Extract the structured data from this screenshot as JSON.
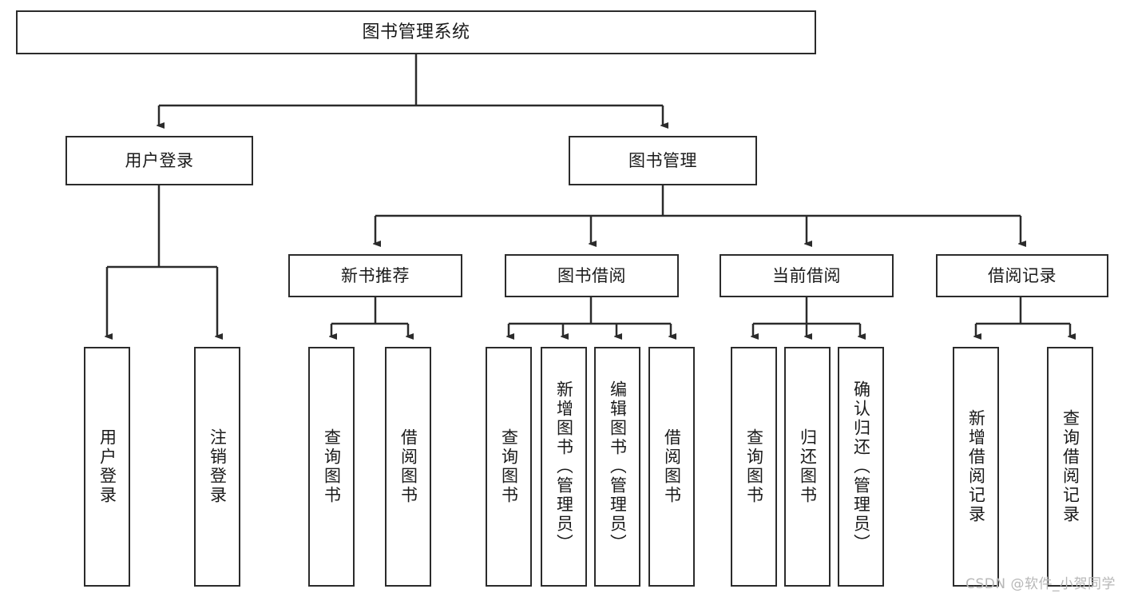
{
  "diagram": {
    "title": "图书管理系统",
    "type": "hierarchy-tree",
    "watermark": "CSDN @软件_小贺同学",
    "colors": {
      "stroke": "#2b2b2b",
      "fill": "#ffffff",
      "text": "#1a1a1a",
      "watermark": "#b7b7b7"
    },
    "nodes": {
      "root": {
        "label": "图书管理系统",
        "level": 1,
        "orientation": "horizontal"
      },
      "user_login": {
        "label": "用户登录",
        "level": 2,
        "orientation": "horizontal"
      },
      "book_manage": {
        "label": "图书管理",
        "level": 2,
        "orientation": "horizontal"
      },
      "new_book_rec": {
        "label": "新书推荐",
        "level": 3,
        "orientation": "horizontal"
      },
      "book_borrow": {
        "label": "图书借阅",
        "level": 3,
        "orientation": "horizontal"
      },
      "current_borrow": {
        "label": "当前借阅",
        "level": 3,
        "orientation": "horizontal"
      },
      "borrow_record": {
        "label": "借阅记录",
        "level": 3,
        "orientation": "horizontal"
      },
      "leaf_user_login": {
        "label": "用户登录",
        "level": 3,
        "orientation": "vertical"
      },
      "leaf_logout": {
        "label": "注销登录",
        "level": 3,
        "orientation": "vertical"
      },
      "leaf_query_book_a": {
        "label": "查询图书",
        "level": 4,
        "orientation": "vertical"
      },
      "leaf_borrow_book_a": {
        "label": "借阅图书",
        "level": 4,
        "orientation": "vertical"
      },
      "leaf_query_book_b": {
        "label": "查询图书",
        "level": 4,
        "orientation": "vertical"
      },
      "leaf_add_book": {
        "label": "新增图书（管理员）",
        "level": 4,
        "orientation": "vertical"
      },
      "leaf_edit_book": {
        "label": "编辑图书（管理员）",
        "level": 4,
        "orientation": "vertical"
      },
      "leaf_borrow_book_b": {
        "label": "借阅图书",
        "level": 4,
        "orientation": "vertical"
      },
      "leaf_query_book_c": {
        "label": "查询图书",
        "level": 4,
        "orientation": "vertical"
      },
      "leaf_return_book": {
        "label": "归还图书",
        "level": 4,
        "orientation": "vertical"
      },
      "leaf_confirm_return": {
        "label": "确认归还（管理员）",
        "level": 4,
        "orientation": "vertical"
      },
      "leaf_add_record": {
        "label": "新增借阅记录",
        "level": 4,
        "orientation": "vertical"
      },
      "leaf_query_record": {
        "label": "查询借阅记录",
        "level": 4,
        "orientation": "vertical"
      }
    },
    "edges": [
      {
        "from": "root",
        "to": "user_login"
      },
      {
        "from": "root",
        "to": "book_manage"
      },
      {
        "from": "user_login",
        "to": "leaf_user_login"
      },
      {
        "from": "user_login",
        "to": "leaf_logout"
      },
      {
        "from": "book_manage",
        "to": "new_book_rec"
      },
      {
        "from": "book_manage",
        "to": "book_borrow"
      },
      {
        "from": "book_manage",
        "to": "current_borrow"
      },
      {
        "from": "book_manage",
        "to": "borrow_record"
      },
      {
        "from": "new_book_rec",
        "to": "leaf_query_book_a"
      },
      {
        "from": "new_book_rec",
        "to": "leaf_borrow_book_a"
      },
      {
        "from": "book_borrow",
        "to": "leaf_query_book_b"
      },
      {
        "from": "book_borrow",
        "to": "leaf_add_book"
      },
      {
        "from": "book_borrow",
        "to": "leaf_edit_book"
      },
      {
        "from": "book_borrow",
        "to": "leaf_borrow_book_b"
      },
      {
        "from": "current_borrow",
        "to": "leaf_query_book_c"
      },
      {
        "from": "current_borrow",
        "to": "leaf_return_book"
      },
      {
        "from": "current_borrow",
        "to": "leaf_confirm_return"
      },
      {
        "from": "borrow_record",
        "to": "leaf_add_record"
      },
      {
        "from": "borrow_record",
        "to": "leaf_query_record"
      }
    ]
  }
}
